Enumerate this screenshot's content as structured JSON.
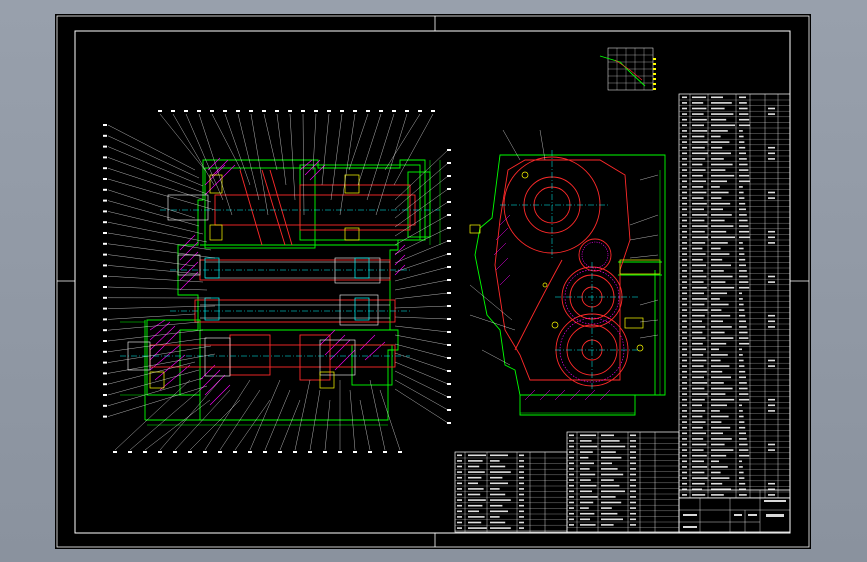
{
  "drawing": {
    "background": "#000000",
    "viewport_bg": "#8d95a1",
    "colors": {
      "frame": "#ffffff",
      "leader": "#ffffff",
      "outline": "#00ff00",
      "section": "#ff2a2a",
      "center": "#00ffff",
      "hatch": "#ff00ff",
      "dimension": "#00ff00",
      "highlight": "#ffff00"
    },
    "left_view": "front-section-view",
    "right_view": "side-view",
    "parts_list": "parts-table",
    "title_block": "title-block"
  }
}
